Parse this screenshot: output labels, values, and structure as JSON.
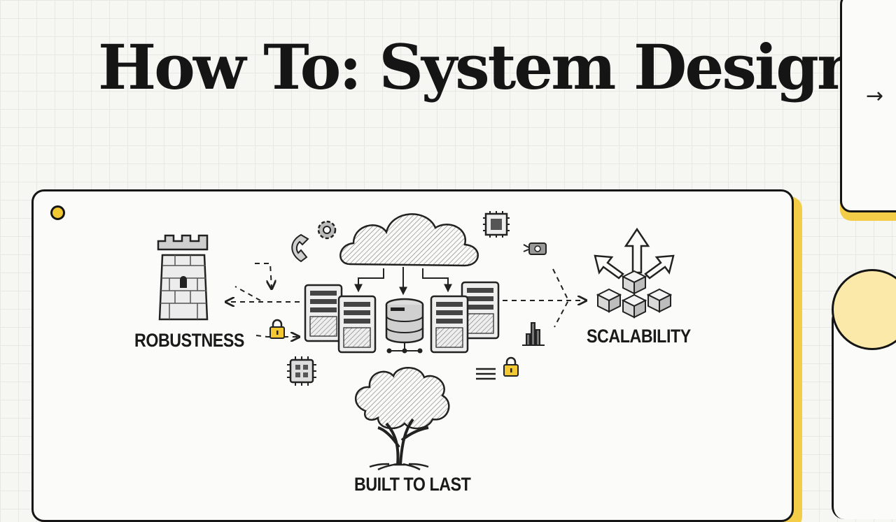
{
  "title": "How To: System Design?",
  "nav": {
    "next_arrow": "→"
  },
  "labels": {
    "robustness": "ROBUSTNESS",
    "scalability": "SCALABILITY",
    "built_to_last": "BUILT TO LAST"
  },
  "colors": {
    "accent_yellow": "#f3cd47",
    "ink": "#151515",
    "background": "#f6f6f3"
  }
}
